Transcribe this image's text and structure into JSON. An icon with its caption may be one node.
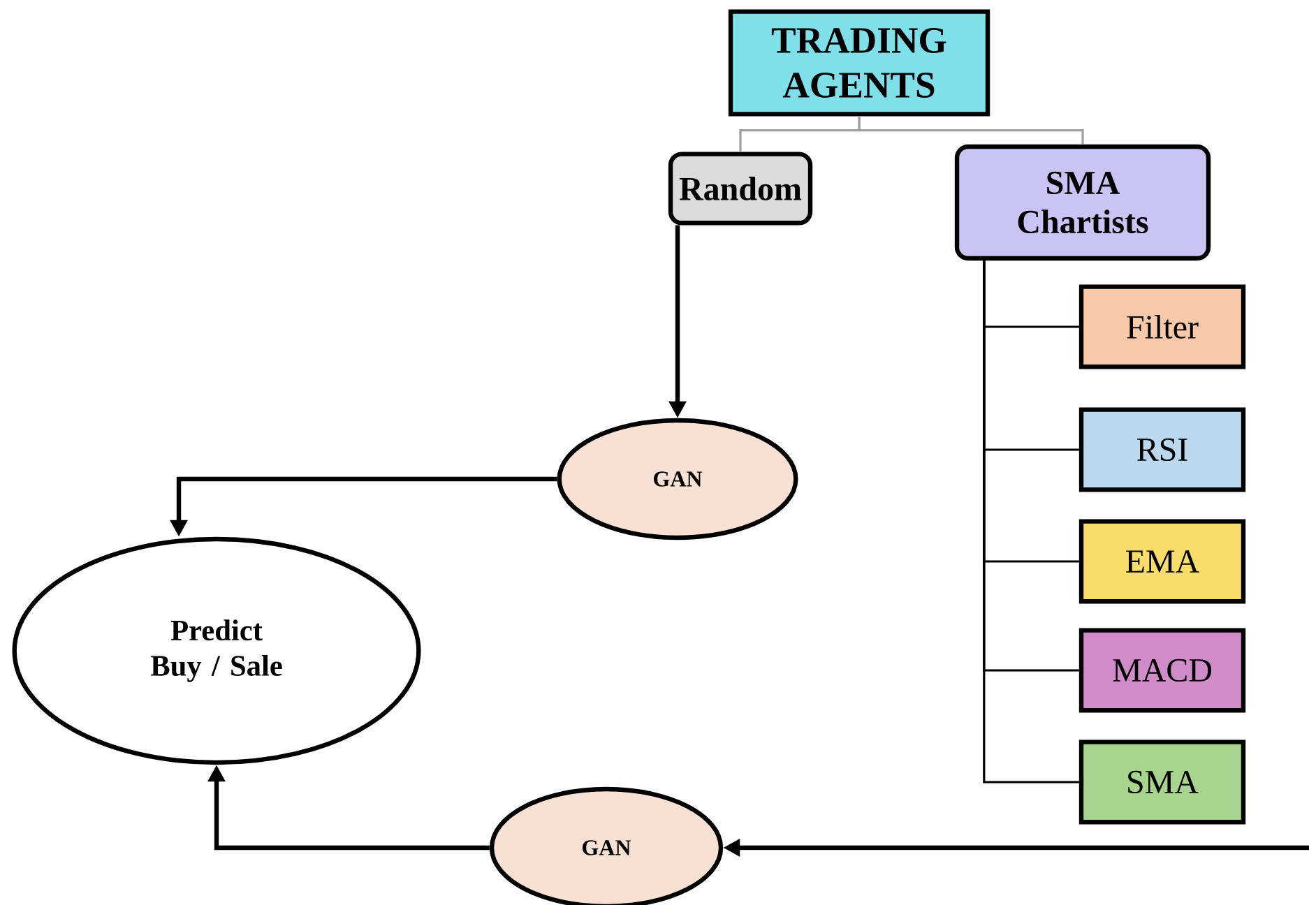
{
  "diagram": {
    "nodes": [
      {
        "text": [
          "TRADING AGENTS"
        ]
      },
      {
        "text": [
          "Random"
        ]
      },
      {
        "text": [
          "SMA Chartists"
        ]
      },
      {
        "text": [
          "Filter"
        ]
      },
      {
        "text": [
          "RSI"
        ]
      },
      {
        "text": [
          "EMA"
        ]
      },
      {
        "text": [
          "MACD"
        ]
      },
      {
        "text": [
          "SMA"
        ]
      },
      {
        "text": [
          "GAN"
        ]
      },
      {
        "text": [
          "Predict Buy / Sale"
        ]
      },
      {
        "text": [
          "GAN"
        ]
      }
    ],
    "edges": [
      {
        "from": 0,
        "to": 1,
        "arrow": "none",
        "color": "#a0a0a0"
      },
      {
        "from": 0,
        "to": 2,
        "arrow": "none",
        "color": "#a0a0a0"
      },
      {
        "from": 2,
        "to": 3,
        "arrow": "none"
      },
      {
        "from": 2,
        "to": 4,
        "arrow": "none"
      },
      {
        "from": 2,
        "to": 5,
        "arrow": "none"
      },
      {
        "from": 2,
        "to": 6,
        "arrow": "none"
      },
      {
        "from": 2,
        "to": 7,
        "arrow": "none"
      },
      {
        "from": 1,
        "to": 8,
        "arrow": "to",
        "style": "thick"
      },
      {
        "from": 8,
        "to": 9,
        "arrow": "to",
        "style": "thick"
      },
      {
        "from": 10,
        "to": 9,
        "arrow": "to",
        "style": "thick"
      },
      {
        "from": null,
        "to": 10,
        "arrow": "to",
        "style": "thick"
      }
    ]
  }
}
